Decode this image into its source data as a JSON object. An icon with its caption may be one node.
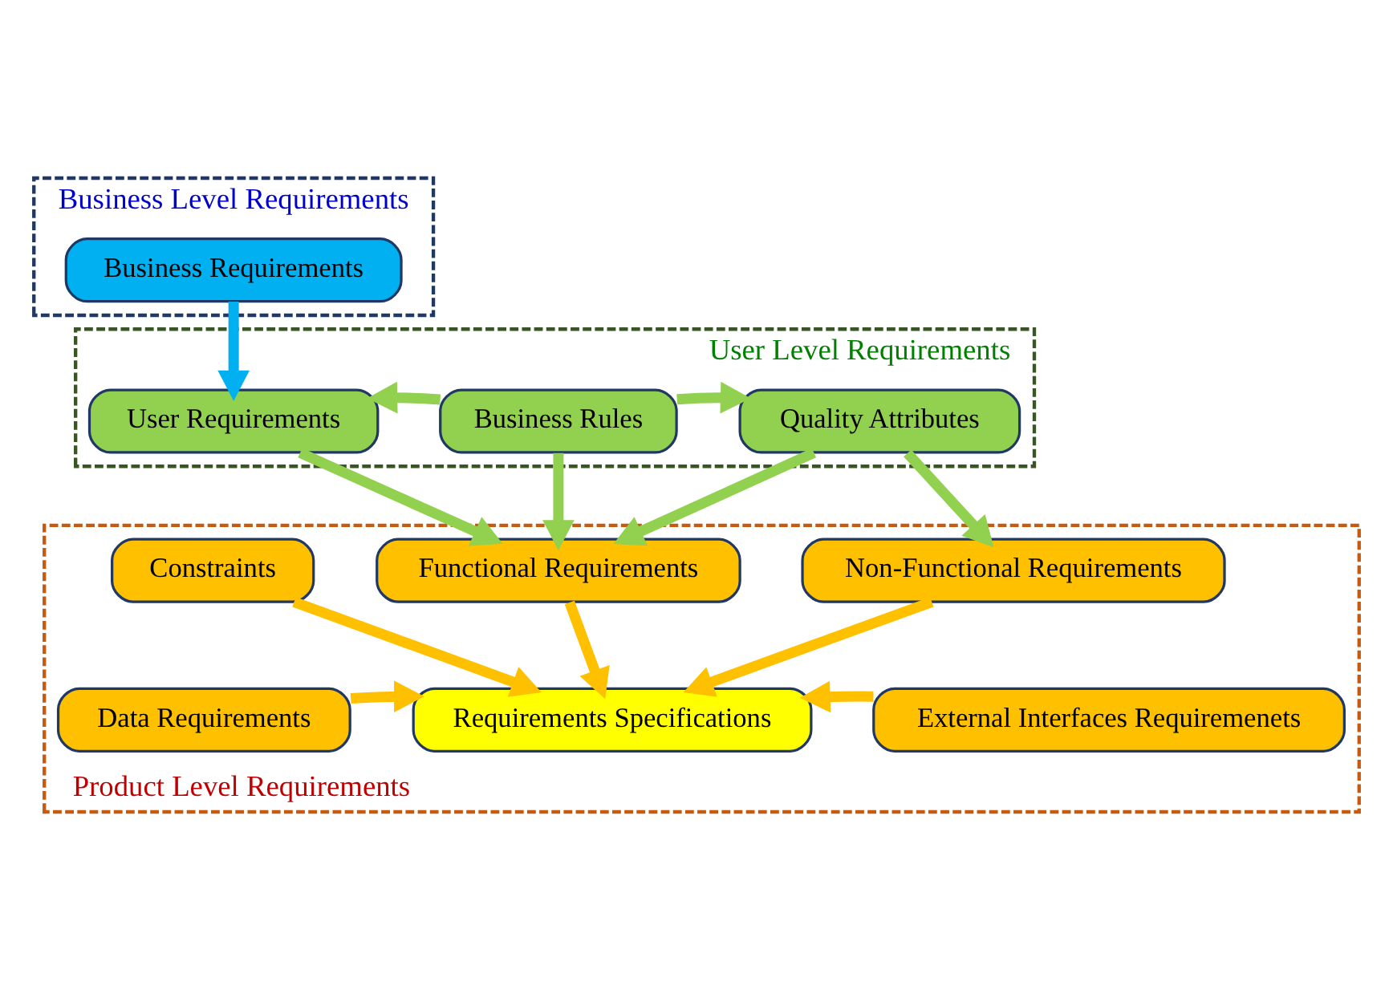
{
  "diagram": {
    "nodes": [
      {
        "text": [
          "Business Level Requirements"
        ]
      },
      {
        "text": [
          "Business Requirements"
        ],
        "in": 0
      },
      {
        "text": [
          "User Level Requirements"
        ]
      },
      {
        "text": [
          "User Requirements"
        ],
        "in": 2
      },
      {
        "text": [
          "Business Rules"
        ],
        "in": 2
      },
      {
        "text": [
          "Quality Attributes"
        ],
        "in": 2
      },
      {
        "text": [
          "Product Level Requirements"
        ]
      },
      {
        "text": [
          "Constraints"
        ],
        "in": 6
      },
      {
        "text": [
          "Functional Requirements"
        ],
        "in": 6
      },
      {
        "text": [
          "Non-Functional Requirements"
        ],
        "in": 6
      },
      {
        "text": [
          "Data Requirements"
        ],
        "in": 6
      },
      {
        "text": [
          "Requirements Specifications"
        ],
        "in": 6
      },
      {
        "text": [
          "External Interfaces Requiremenets"
        ],
        "in": 6
      }
    ],
    "edges": [
      {
        "from": 1,
        "to": 3,
        "arrow": "to",
        "color": "#00b0f0"
      },
      {
        "from": 4,
        "to": 3,
        "arrow": "to"
      },
      {
        "from": 4,
        "to": 5,
        "arrow": "to"
      },
      {
        "from": 3,
        "to": 8,
        "arrow": "to"
      },
      {
        "from": 4,
        "to": 8,
        "arrow": "to"
      },
      {
        "from": 5,
        "to": 8,
        "arrow": "to"
      },
      {
        "from": 5,
        "to": 9,
        "arrow": "to"
      },
      {
        "from": 7,
        "to": 11,
        "arrow": "to",
        "color": "#ffc000"
      },
      {
        "from": 8,
        "to": 11,
        "arrow": "to",
        "color": "#ffc000"
      },
      {
        "from": 9,
        "to": 11,
        "arrow": "to",
        "color": "#ffc000"
      },
      {
        "from": 10,
        "to": 11,
        "arrow": "to",
        "color": "#ffc000"
      },
      {
        "from": 12,
        "to": 11,
        "arrow": "to",
        "color": "#ffc000"
      }
    ]
  }
}
